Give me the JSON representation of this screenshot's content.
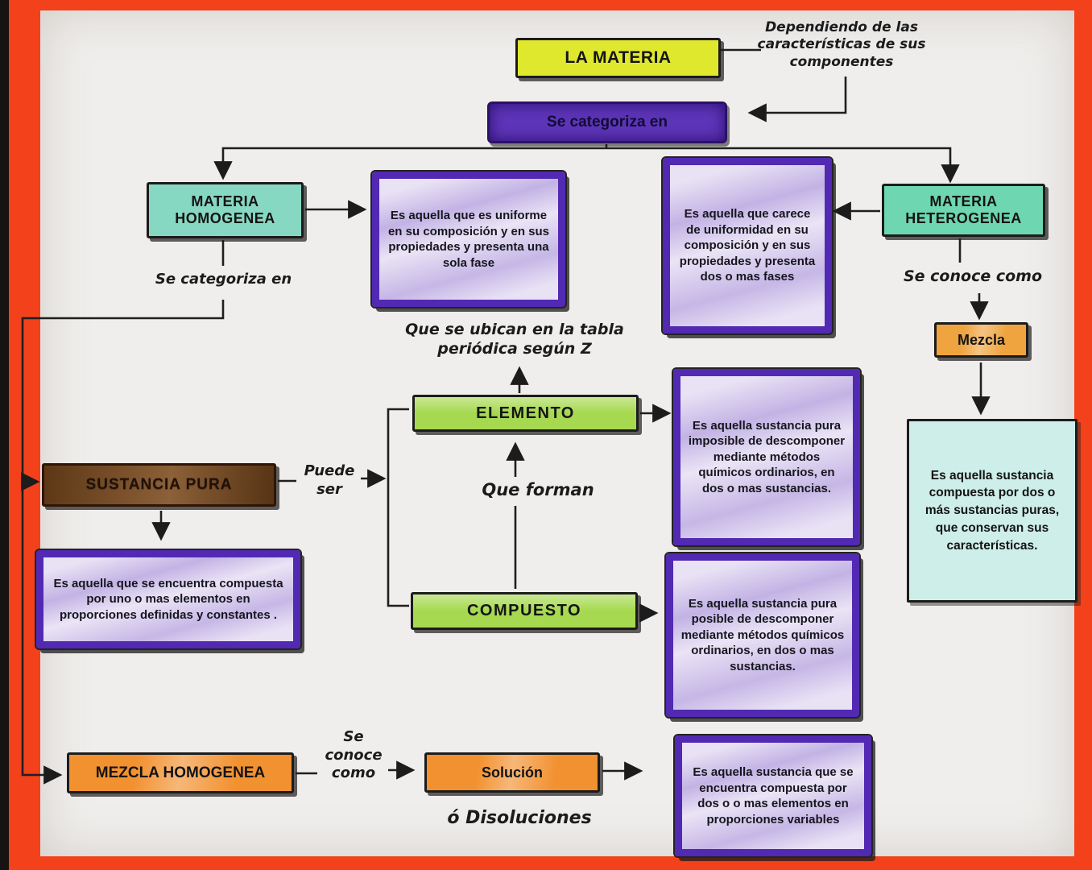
{
  "frame": {
    "border_color": "#f2411b",
    "paper_color": "#f0eeec"
  },
  "nodes": {
    "la_materia": {
      "label": "LA MATERIA",
      "color": "#e0e82e"
    },
    "se_categoriza_box": {
      "label": "Se categoriza en",
      "color": "#5d35b8"
    },
    "materia_homogenea": {
      "label": "MATERIA HOMOGENEA",
      "color": "#87d8c3"
    },
    "materia_heterogenea": {
      "label": "MATERIA HETEROGENEA",
      "color": "#6ed7b2"
    },
    "def_homogenea": {
      "text": "Es aquella que es uniforme en su composición y en sus propiedades y presenta una sola fase",
      "color": "#ece6f6"
    },
    "def_heterogenea": {
      "text": "Es aquella que carece de uniformidad en su composición y en sus propiedades y presenta dos o mas fases",
      "color": "#ece6f6"
    },
    "mezcla": {
      "label": "Mezcla",
      "color": "#efa43f"
    },
    "def_mezcla": {
      "text": "Es aquella sustancia compuesta por dos o más sustancias puras, que conservan sus características.",
      "color": "#cdeee9"
    },
    "elemento": {
      "label": "ELEMENTO",
      "color": "#a6d94f"
    },
    "def_elemento": {
      "text": "Es aquella sustancia pura imposible de descomponer mediante métodos químicos ordinarios, en dos o mas sustancias.",
      "color": "#ece6f6"
    },
    "sustancia_pura": {
      "label": "SUSTANCIA PURA",
      "color": "#7c4a1d"
    },
    "def_sustancia_pura": {
      "text": "Es aquella que se encuentra compuesta por uno o mas elementos en proporciones definidas y constantes .",
      "color": "#ece6f6"
    },
    "compuesto": {
      "label": "COMPUESTO",
      "color": "#a6d94f"
    },
    "def_compuesto": {
      "text": "Es aquella sustancia pura posible de descomponer mediante métodos químicos ordinarios, en dos o mas sustancias.",
      "color": "#ece6f6"
    },
    "mezcla_homogenea": {
      "label": "MEZCLA HOMOGENEA",
      "color": "#f29130"
    },
    "solucion": {
      "label": "Solución",
      "color": "#f29130"
    },
    "def_solucion": {
      "text": "Es aquella sustancia que se encuentra compuesta por dos o o mas elementos en proporciones variables",
      "color": "#ece6f6"
    }
  },
  "annotations": {
    "dependiendo": "Dependiendo de las características de sus componentes",
    "se_categoriza_en": "Se categoriza en",
    "se_conoce_como": "Se conoce como",
    "tabla_periodica": "Que se ubican en la tabla periódica según Z",
    "puede_ser": "Puede ser",
    "que_forman": "Que forman",
    "se_conoce_como_2": "Se conoce como",
    "o_disoluciones": "ó Disoluciones"
  }
}
